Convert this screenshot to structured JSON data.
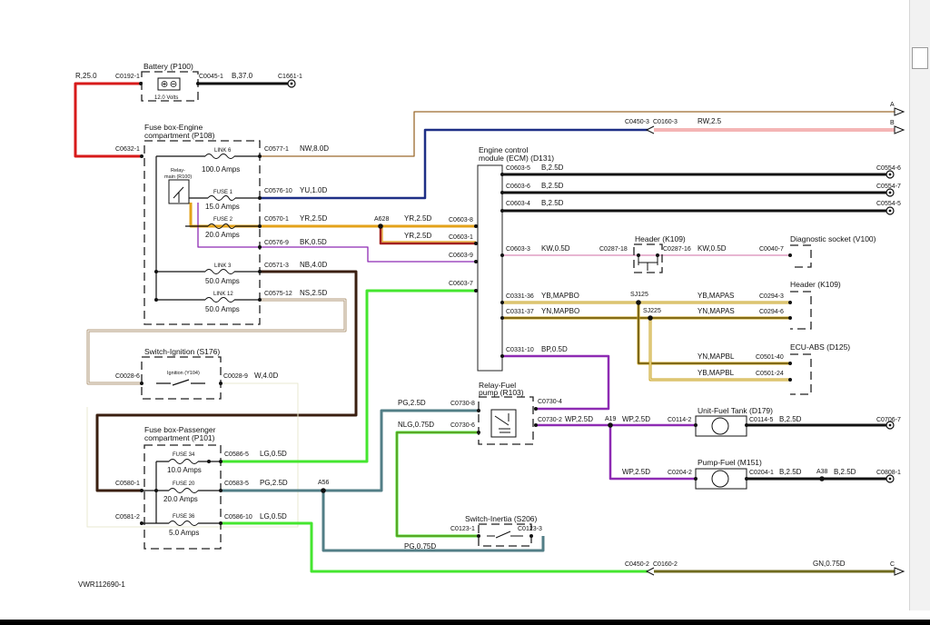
{
  "doc_id": "VWR112690-1",
  "components": {
    "battery": "Battery (P100)",
    "battery_volts": "12.0 Volts",
    "fusebox_engine_1": "Fuse box-Engine",
    "fusebox_engine_2": "compartment (P108)",
    "relay_main_1": "Relay-",
    "relay_main_2": "main (R100)",
    "ecm_1": "Engine control",
    "ecm_2": "module (ECM) (D131)",
    "switch_ignition": "Switch-Ignition (S176)",
    "ignition_sub": "Ignition (Y104)",
    "fusebox_pass_1": "Fuse box-Passenger",
    "fusebox_pass_2": "compartment (P101)",
    "relay_fuel_1": "Relay-Fuel",
    "relay_fuel_2": "pump (R103)",
    "header_k109_a": "Header (K109)",
    "diag_socket": "Diagnostic socket (V100)",
    "header_k109_b": "Header (K109)",
    "ecu_abs": "ECU-ABS (D125)",
    "unit_fuel_tank": "Unit-Fuel Tank (D179)",
    "pump_fuel": "Pump-Fuel (M151)",
    "switch_inertia": "Switch-Inertia (S206)"
  },
  "fuses": {
    "link6": "LINK 6",
    "link6_amps": "100.0 Amps",
    "fuse1": "FUSE 1",
    "fuse1_amps": "15.0 Amps",
    "fuse2": "FUSE 2",
    "fuse2_amps": "20.0 Amps",
    "link3": "LINK 3",
    "link3_amps": "50.0 Amps",
    "link12": "LINK 12",
    "link12_amps": "50.0 Amps",
    "fuse34": "FUSE 34",
    "fuse34_amps": "10.0 Amps",
    "fuse20": "FUSE 20",
    "fuse20_amps": "20.0 Amps",
    "fuse36": "FUSE 36",
    "fuse36_amps": "5.0 Amps"
  },
  "connectors": {
    "c0192_1": "C0192-1",
    "c0045_1": "C0045-1",
    "c1661_1": "C1661-1",
    "c0632_1": "C0632-1",
    "c0577_1": "C0577-1",
    "c0576_10": "C0576-10",
    "c0570_1": "C0570-1",
    "c0576_9": "C0576-9",
    "c0571_3": "C0571-3",
    "c0575_12": "C0575-12",
    "c0028_6": "C0028-6",
    "c0028_9": "C0028-9",
    "c0580_1": "C0580-1",
    "c0581_2": "C0581-2",
    "c0586_5": "C0586-5",
    "c0583_5": "C0583-5",
    "c0586_10": "C0586-10",
    "c0450_3": "C0450-3",
    "c0160_3": "C0160-3",
    "c0603_5": "C0603-5",
    "c0603_6": "C0603-6",
    "c0603_4": "C0603-4",
    "c0554_6": "C0554-6",
    "c0554_7": "C0554-7",
    "c0554_5": "C0554-5",
    "c0603_8": "C0603-8",
    "c0603_1": "C0603-1",
    "c0603_9": "C0603-9",
    "c0603_7": "C0603-7",
    "c0603_3": "C0603-3",
    "c0287_18": "C0287-18",
    "c0287_16": "C0287-16",
    "c0040_7": "C0040-7",
    "c0331_36": "C0331-36",
    "c0331_37": "C0331-37",
    "c0331_10": "C0331-10",
    "c0294_3": "C0294-3",
    "c0294_6": "C0294-6",
    "c0501_40": "C0501-40",
    "c0501_24": "C0501-24",
    "c0730_8": "C0730-8",
    "c0730_6": "C0730-6",
    "c0730_4": "C0730-4",
    "c0730_2": "C0730-2",
    "c0114_2": "C0114-2",
    "c0114_5": "C0114-5",
    "c0706_7": "C0706-7",
    "c0204_2": "C0204-2",
    "c0204_1": "C0204-1",
    "c0808_1": "C0808-1",
    "c0123_1": "C0123-1",
    "c0123_3": "C0123-3",
    "c0450_2": "C0450-2",
    "c0160_2": "C0160-2"
  },
  "splices": {
    "a628": "A628",
    "sj125": "SJ125",
    "sj225": "SJ225",
    "a19": "A19",
    "a56": "A56",
    "a38": "A38"
  },
  "wires": {
    "r25": "R,25.0",
    "b37": "B,37.0",
    "nw8": "NW,8.0D",
    "yu1": "YU,1.0D",
    "yr25_a": "YR,2.5D",
    "yr25_b": "YR,2.5D",
    "yr25_c": "YR,2.5D",
    "bk05": "BK,0.5D",
    "nb4": "NB,4.0D",
    "ns25": "NS,2.5D",
    "w4": "W,4.0D",
    "lg05_a": "LG,0.5D",
    "pg25_a": "PG,2.5D",
    "lg05_b": "LG,0.5D",
    "rw25": "RW,2.5",
    "b25_a": "B,2.5D",
    "b25_b": "B,2.5D",
    "b25_c": "B,2.5D",
    "kw05_a": "KW,0.5D",
    "kw05_b": "KW,0.5D",
    "yb_mapbo": "YB,MAPBO",
    "yn_mapbo": "YN,MAPBO",
    "yb_mapas": "YB,MAPAS",
    "yn_mapas": "YN,MAPAS",
    "yn_mapbl": "YN,MAPBL",
    "yb_mapbl": "YB,MAPBL",
    "bp05": "BP,0.5D",
    "pg25_b": "PG,2.5D",
    "nlg075": "NLG,0.75D",
    "wp25_a": "WP,2.5D",
    "wp25_b": "WP,2.5D",
    "wp25_c": "WP,2.5D",
    "b25_d": "B,2.5D",
    "b25_e": "B,2.5D",
    "b25_f": "B,2.5D",
    "pg075": "PG,0.75D",
    "gn075": "GN,0.75D"
  },
  "edge_labels": {
    "a": "A",
    "b": "B",
    "c": "C"
  },
  "colors": {
    "red": "#d71a1a",
    "black": "#111111",
    "brown": "#9c6a2e",
    "navy": "#1e2f86",
    "orange": "#e3a21a",
    "darkred": "#a32020",
    "purple": "#8e2bb3",
    "green": "#44e62f",
    "tan": "#b29a7a",
    "olive": "#6f6a1e",
    "slate": "#527e86",
    "gold": "#c8a21c",
    "pink": "#d98ab8",
    "salmon": "#e86b6b"
  }
}
